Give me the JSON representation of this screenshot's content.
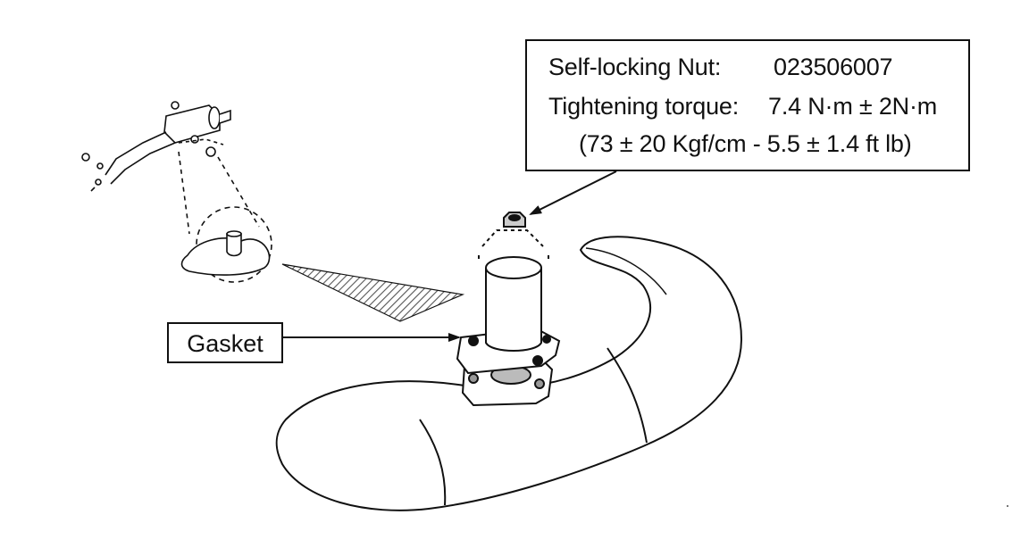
{
  "callout_spec": {
    "nut_label": "Self-locking Nut:",
    "nut_part_number": "023506007",
    "torque_label": "Tightening torque:",
    "torque_value": "7.4 N·m ± 2N·m",
    "torque_alt_units": "(73 ± 20 Kgf/cm - 5.5 ± 1.4 ft lb)"
  },
  "callout_gasket": {
    "label": "Gasket"
  },
  "colors": {
    "line": "#111111",
    "background": "#ffffff",
    "hatch": "#555555"
  },
  "icons": [
    "self-locking-nut-icon",
    "gasket-icon",
    "exhaust-pipe-icon",
    "muffler-overview-icon"
  ]
}
